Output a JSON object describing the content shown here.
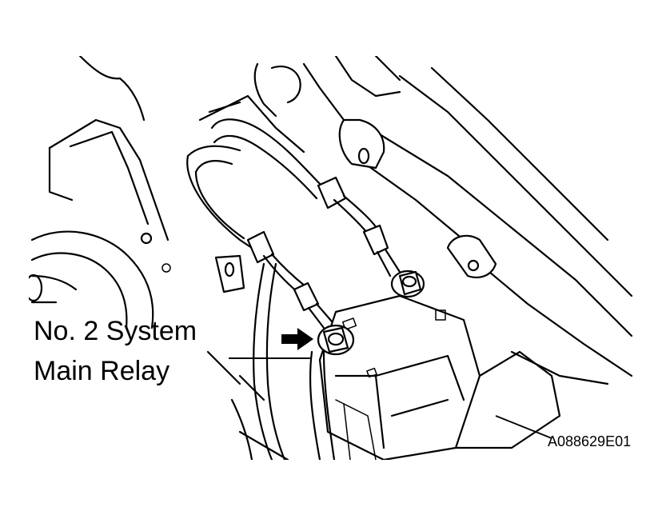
{
  "callout": {
    "line1": "No. 2 System",
    "line2": "Main Relay"
  },
  "figure_code": "A088629E01"
}
